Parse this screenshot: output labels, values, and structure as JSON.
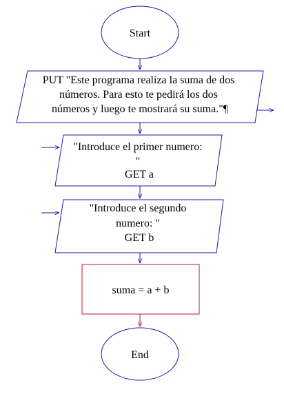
{
  "nodes": {
    "start": {
      "label": "Start"
    },
    "put": {
      "lines": [
        "PUT \"Este programa realiza la suma de dos",
        "números. Para esto te pedirá los dos",
        "números y luego te mostrará su suma.\"¶"
      ]
    },
    "get_a": {
      "lines": [
        "\"Introduce el primer numero:",
        "\"",
        "GET a"
      ]
    },
    "get_b": {
      "lines": [
        "\"Introduce el segundo",
        "numero: \"",
        "GET b"
      ]
    },
    "process": {
      "label": "suma = a + b"
    },
    "end": {
      "label": "End"
    }
  },
  "colors": {
    "io_stroke": "#1a1aa6",
    "process_stroke": "#c8102e",
    "background": "#ffffff"
  }
}
